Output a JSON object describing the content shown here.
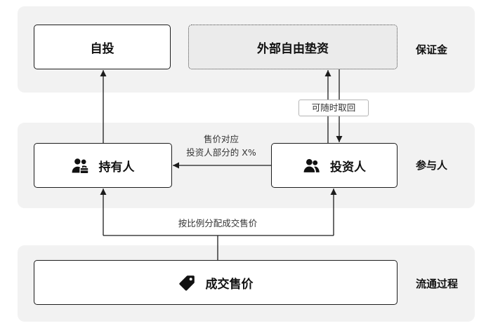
{
  "bands": {
    "deposit": {
      "label": "保证金"
    },
    "participants": {
      "label": "参与人"
    },
    "circulation": {
      "label": "流通过程"
    }
  },
  "nodes": {
    "self_investment": {
      "label": "自投"
    },
    "external_funding": {
      "label": "外部自由垫资"
    },
    "holder": {
      "label": "持有人",
      "icon": "users-briefcase-icon"
    },
    "investor": {
      "label": "投资人",
      "icon": "users-icon"
    },
    "transaction_price": {
      "label": "成交售价",
      "icon": "tag-icon"
    }
  },
  "edges": {
    "withdraw": {
      "label": "可随时取回"
    },
    "investor_share": {
      "line1": "售价对应",
      "line2": "投资人部分的 X%"
    },
    "distribute": {
      "label": "按比例分配成交售价"
    }
  },
  "colors": {
    "band_fill": "#f2f2f2",
    "box_border": "#1c1c1c",
    "dashed_box_fill": "#ebebeb",
    "text": "#111111",
    "edge_label_text": "#333333"
  }
}
